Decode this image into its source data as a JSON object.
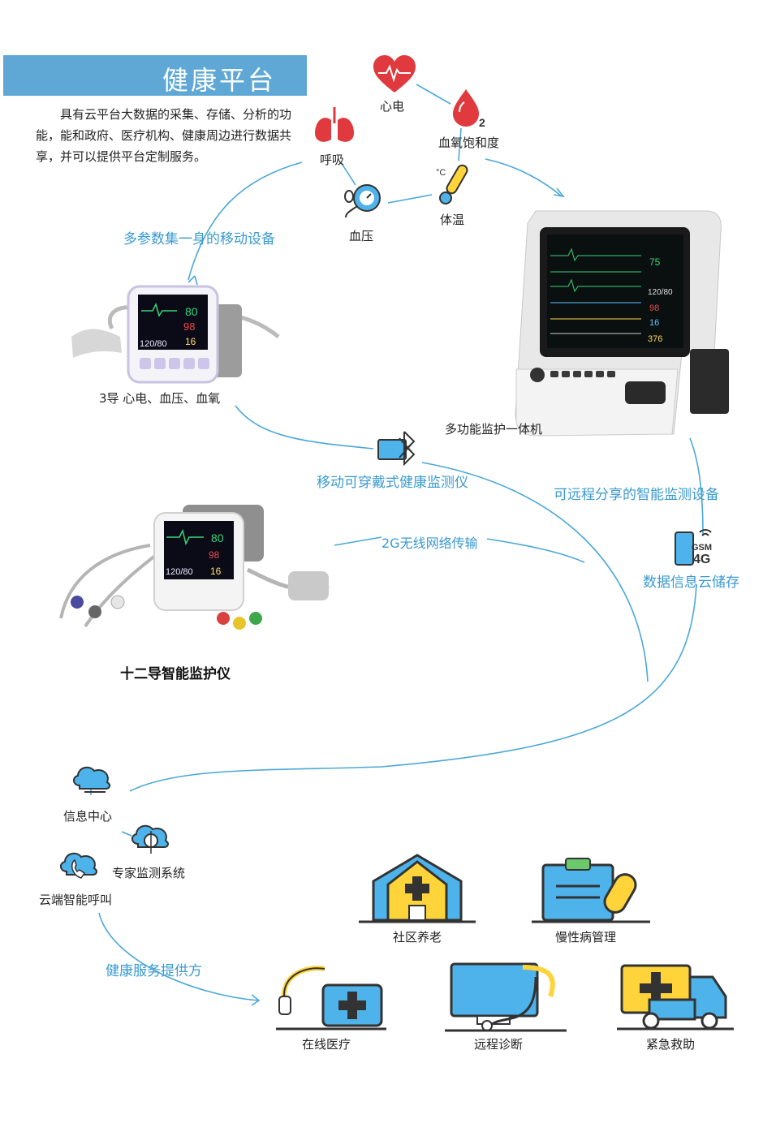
{
  "header": {
    "title": "健康平台"
  },
  "intro": "具有云平台大数据的采集、存储、分析的功能，能和政府、医疗机构、健康周边进行数据共享，并可以提供平台定制服务。",
  "vitals": {
    "ecg": "心电",
    "spo2": "血氧饱和度",
    "respiration": "呼吸",
    "temperature": "体温",
    "bp": "血压"
  },
  "flow_labels": {
    "mobile_device": "多参数集一身的移动设备",
    "wearable": "移动可穿戴式健康监测仪",
    "remote_share": "可远程分享的智能监测设备",
    "network": "2G无线网络传输",
    "cloud_storage": "数据信息云储存",
    "service_provider": "健康服务提供方"
  },
  "devices": {
    "three_lead": "3导 心电、血压、血氧",
    "all_in_one": "多功能监护一体机",
    "twelve_lead": "十二导智能监护仪"
  },
  "cloud": {
    "info_center": "信息中心",
    "expert_system": "专家监测系统",
    "smart_call": "云端智能呼叫"
  },
  "services": {
    "community_elderly": "社区养老",
    "chronic_disease": "慢性病管理",
    "online_medical": "在线医疗",
    "remote_diagnosis": "远程诊断",
    "emergency": "紧急救助"
  },
  "screen_values": {
    "hr": "80",
    "spo2": "98",
    "bp": "120/80",
    "resp": "16",
    "temp": "376"
  },
  "gsm": "GSM",
  "net_gen": "4G",
  "colors": {
    "banner": "#5fa8d6",
    "accent_blue": "#3a9ad0",
    "red": "#e03a3e",
    "yellow": "#ffd43b",
    "icon_blue": "#4db3ea"
  }
}
